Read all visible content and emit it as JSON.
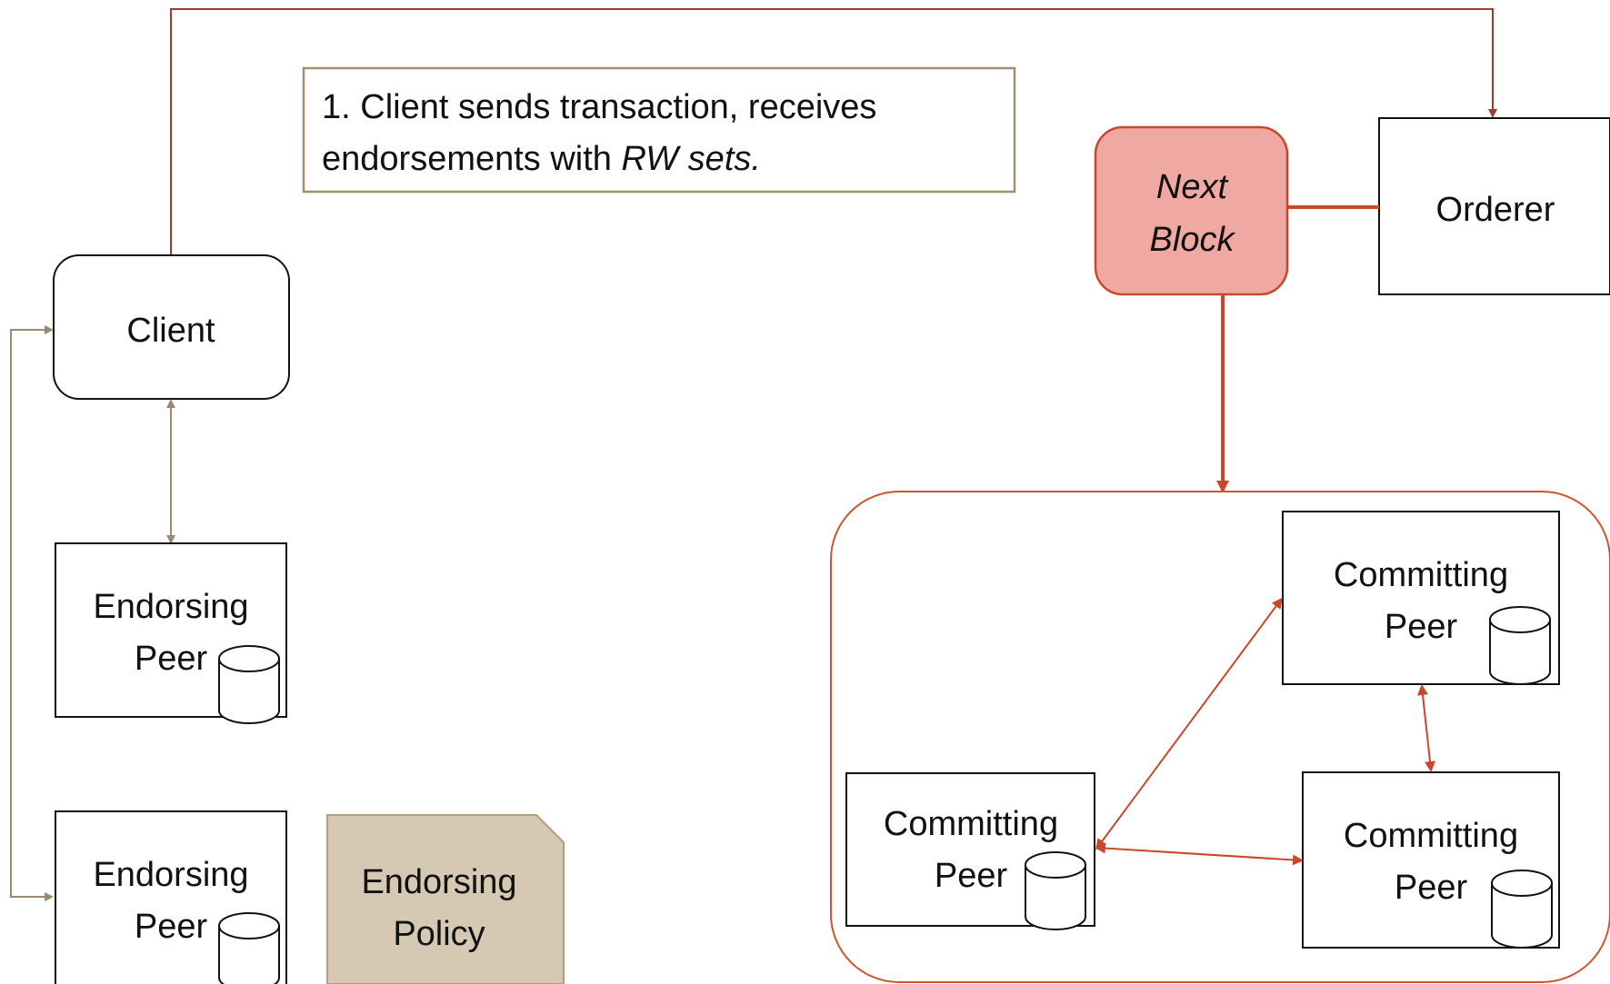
{
  "caption": {
    "line1": "1. Client sends transaction, receives",
    "line2_prefix": "endorsements with ",
    "line2_italic": "RW sets."
  },
  "nodes": {
    "client": "Client",
    "orderer": "Orderer",
    "next_block_line1": "Next",
    "next_block_line2": "Block",
    "endorsing_peer_1": {
      "line1": "Endorsing",
      "line2": "Peer"
    },
    "endorsing_peer_2": {
      "line1": "Endorsing",
      "line2": "Peer"
    },
    "endorsing_policy": {
      "line1": "Endorsing",
      "line2": "Policy"
    },
    "committing_peer_top": {
      "line1": "Committing",
      "line2": "Peer"
    },
    "committing_peer_left": {
      "line1": "Committing",
      "line2": "Peer"
    },
    "committing_peer_right": {
      "line1": "Committing",
      "line2": "Peer"
    }
  },
  "icons": {
    "database": "database-cylinder-icon"
  },
  "colors": {
    "client_orderer_line": "#a33a2e",
    "endorse_line": "#9b8b6b",
    "block_line": "#c9472a",
    "next_block_fill": "#efa9a2",
    "next_block_stroke": "#c9472a",
    "policy_fill": "#d6c9b4",
    "policy_stroke": "#b0a080",
    "caption_border": "#a09070",
    "committer_group": "#d0542e"
  }
}
